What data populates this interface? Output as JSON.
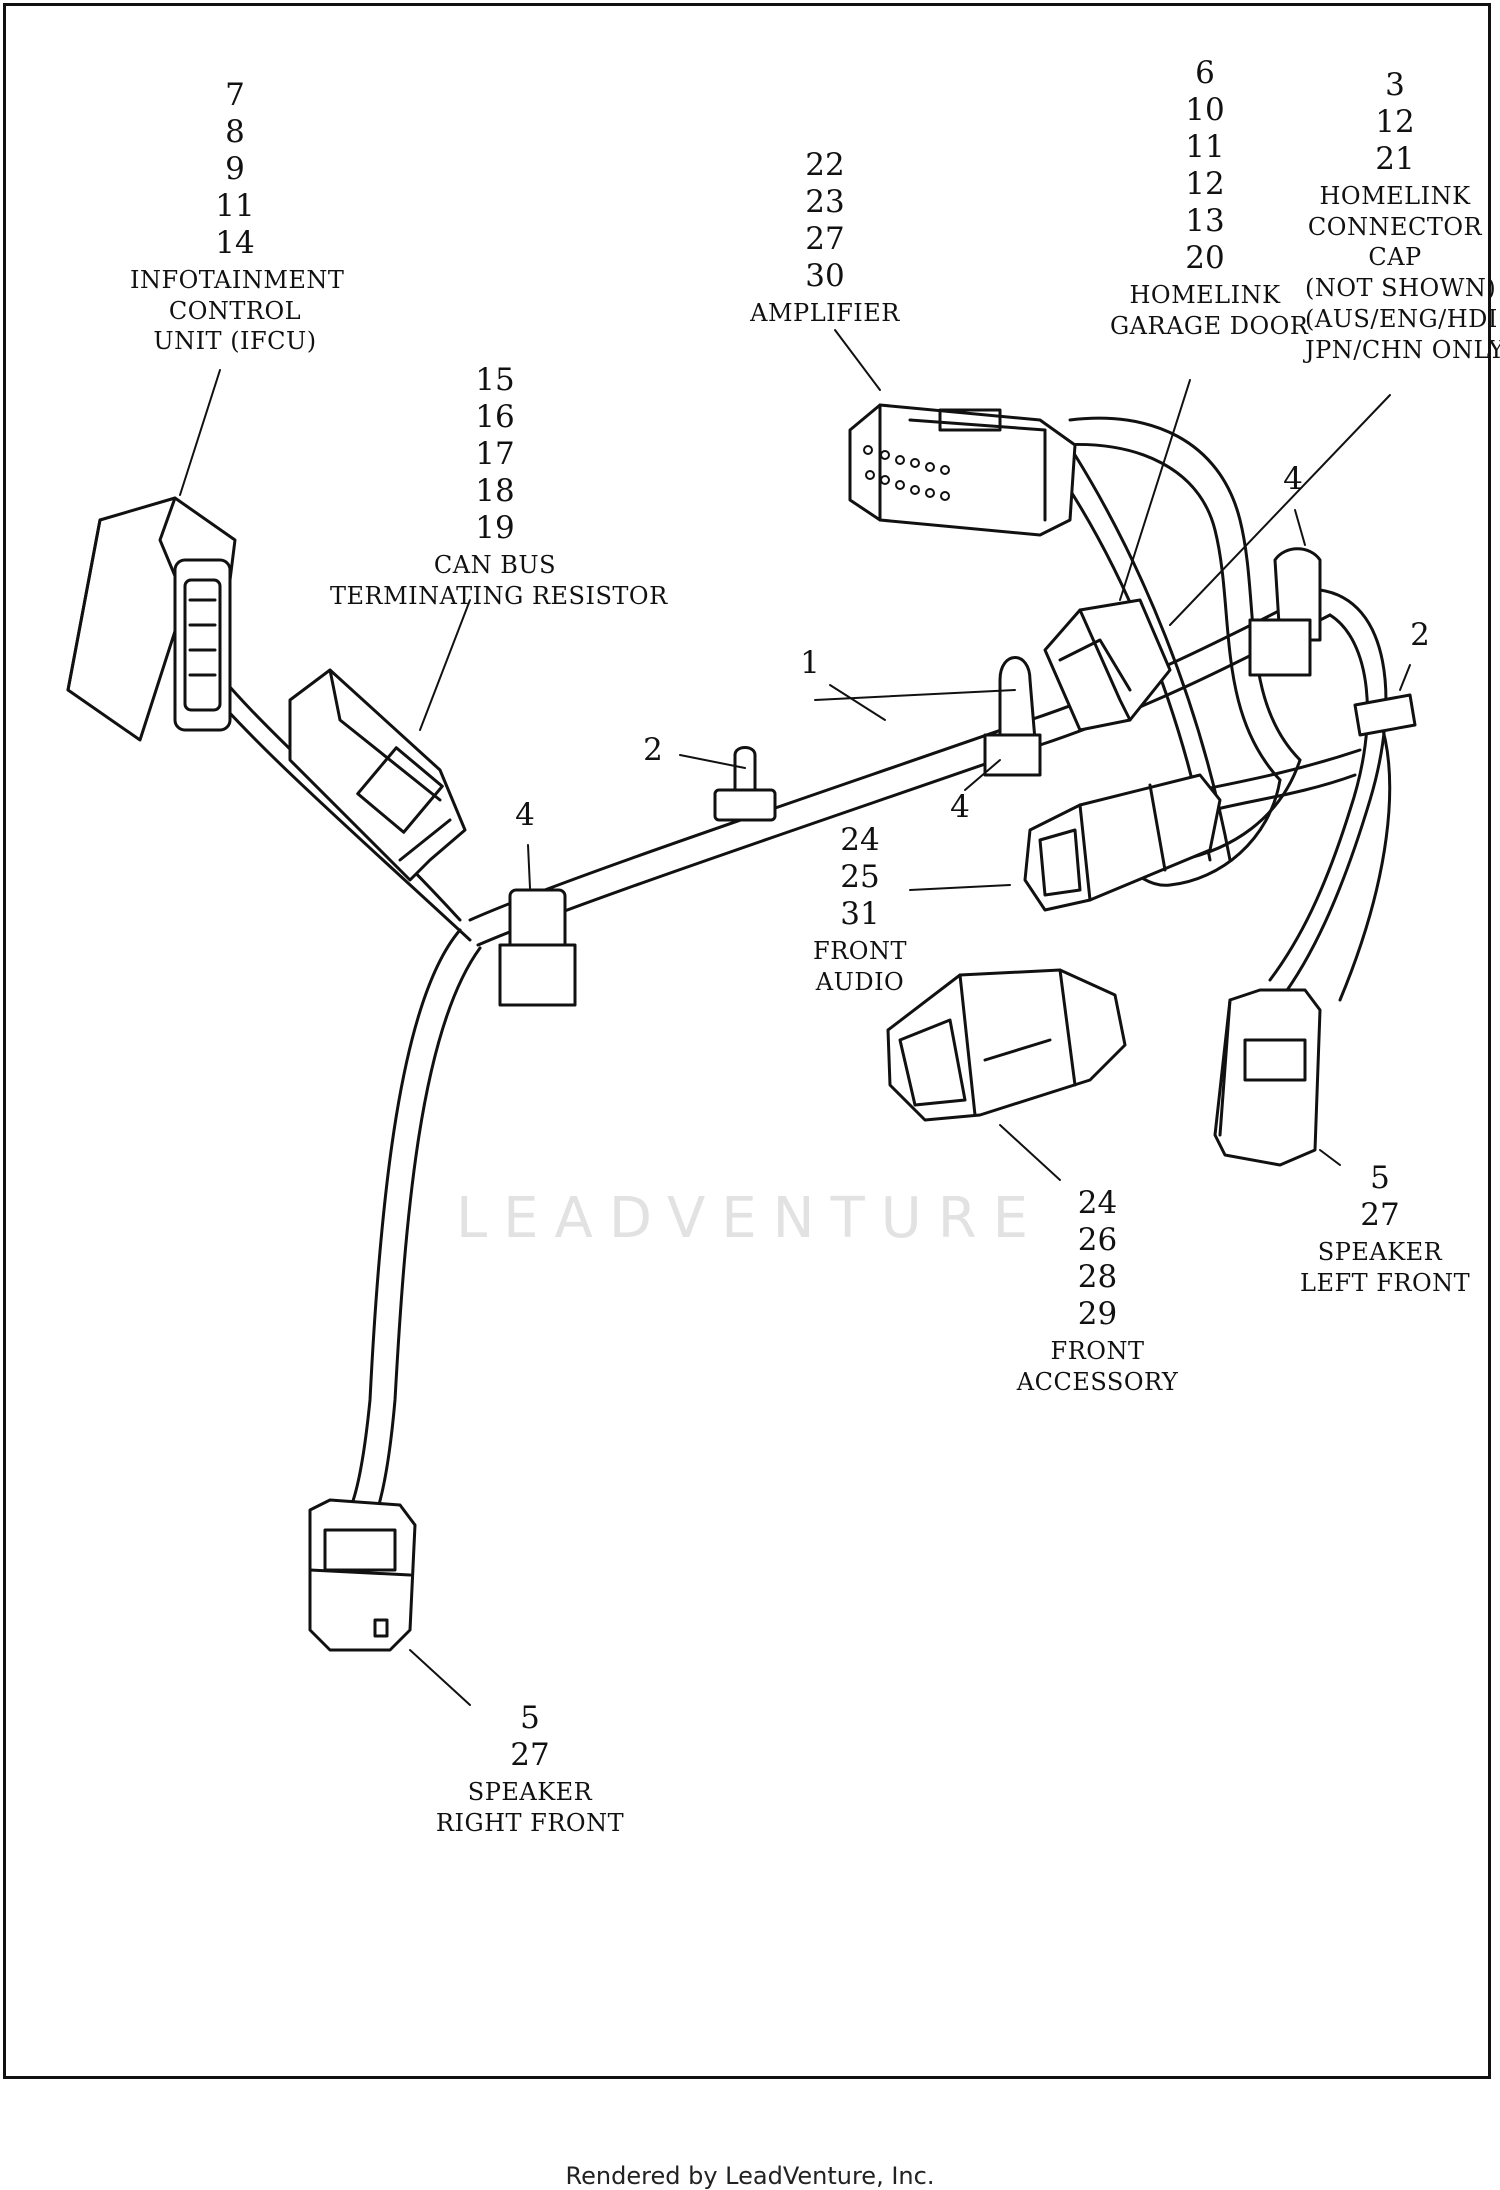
{
  "callouts": [
    {
      "id": "ifcu",
      "numbers": [
        "7",
        "8",
        "9",
        "11",
        "14"
      ],
      "text": [
        "INFOTAINMENT",
        "CONTROL",
        "UNIT (IFCU)"
      ]
    },
    {
      "id": "can-bus",
      "numbers": [
        "15",
        "16",
        "17",
        "18",
        "19"
      ],
      "text": [
        "CAN BUS",
        "TERMINATING RESISTOR"
      ]
    },
    {
      "id": "amplifier",
      "numbers": [
        "22",
        "23",
        "27",
        "30"
      ],
      "text": [
        "AMPLIFIER"
      ]
    },
    {
      "id": "homelink-garage",
      "numbers": [
        "6",
        "10",
        "11",
        "12",
        "13",
        "20"
      ],
      "text": [
        "HOMELINK",
        "GARAGE DOOR"
      ]
    },
    {
      "id": "homelink-cap",
      "numbers": [
        "3",
        "12",
        "21"
      ],
      "text": [
        "HOMELINK",
        "CONNECTOR",
        "CAP",
        "(NOT SHOWN)",
        "(AUS/ENG/HDI",
        "JPN/CHN ONLY)"
      ]
    },
    {
      "id": "front-audio",
      "numbers": [
        "24",
        "25",
        "31"
      ],
      "text": [
        "FRONT",
        "AUDIO"
      ]
    },
    {
      "id": "front-accessory",
      "numbers": [
        "24",
        "26",
        "28",
        "29"
      ],
      "text": [
        "FRONT",
        "ACCESSORY"
      ]
    },
    {
      "id": "speaker-left",
      "numbers": [
        "5",
        "27"
      ],
      "text": [
        "SPEAKER",
        "LEFT FRONT"
      ]
    },
    {
      "id": "speaker-right",
      "numbers": [
        "5",
        "27"
      ],
      "text": [
        "SPEAKER",
        "RIGHT FRONT"
      ]
    }
  ],
  "part_numbers": [
    {
      "id": "p1",
      "label": "1"
    },
    {
      "id": "p2a",
      "label": "2"
    },
    {
      "id": "p2b",
      "label": "2"
    },
    {
      "id": "p4a",
      "label": "4"
    },
    {
      "id": "p4b",
      "label": "4"
    },
    {
      "id": "p4c",
      "label": "4"
    }
  ],
  "watermark": "LEADVENTURE",
  "footer": "Rendered by LeadVenture, Inc."
}
